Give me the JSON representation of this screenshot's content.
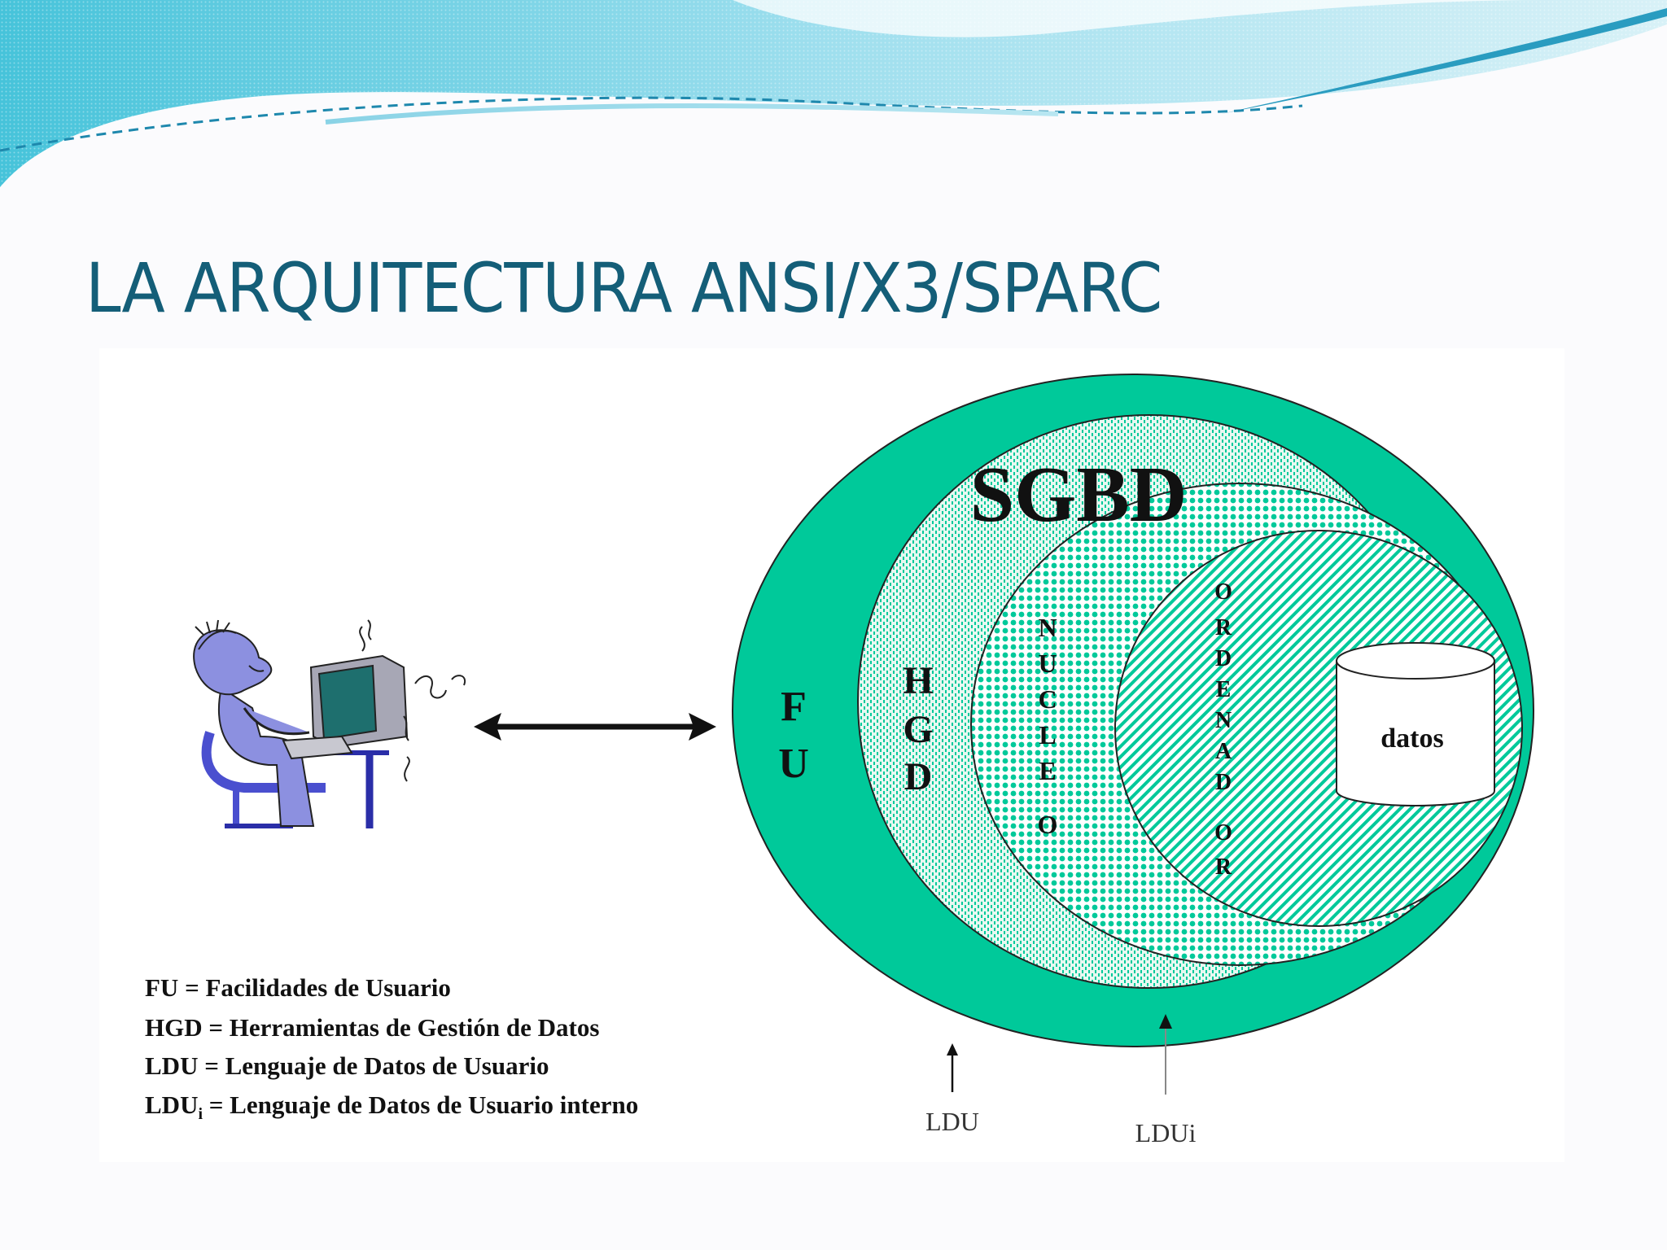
{
  "slide": {
    "title": "LA ARQUITECTURA ANSI/X3/SPARC"
  },
  "diagram": {
    "outer_label": "SGBD",
    "layers": {
      "fu": [
        "F",
        "U"
      ],
      "hgd": [
        "H",
        "G",
        "D"
      ],
      "nucleo": [
        "N",
        "U",
        "C",
        "L",
        "E",
        "O"
      ],
      "ordenador": [
        "O",
        "R",
        "D",
        "E",
        "N",
        "A",
        "D",
        "O",
        "R"
      ]
    },
    "storage_label": "datos",
    "pointers": {
      "ldu": "LDU",
      "ldui": "LDUi"
    }
  },
  "legend": {
    "line1": "FU = Facilidades de Usuario",
    "line2": "HGD = Herramientas de Gestión de Datos",
    "line3": "LDU = Lenguaje de Datos de Usuario",
    "line4_prefix": "LDU",
    "line4_sub": "i",
    "line4_rest": " = Lenguaje de Datos de Usuario interno"
  },
  "colors": {
    "title": "#145e78",
    "layer_green": "#00c99a",
    "hgd_fill": "#e8f8f1",
    "outline": "#222222",
    "user_figure": "#7b7fd6"
  }
}
